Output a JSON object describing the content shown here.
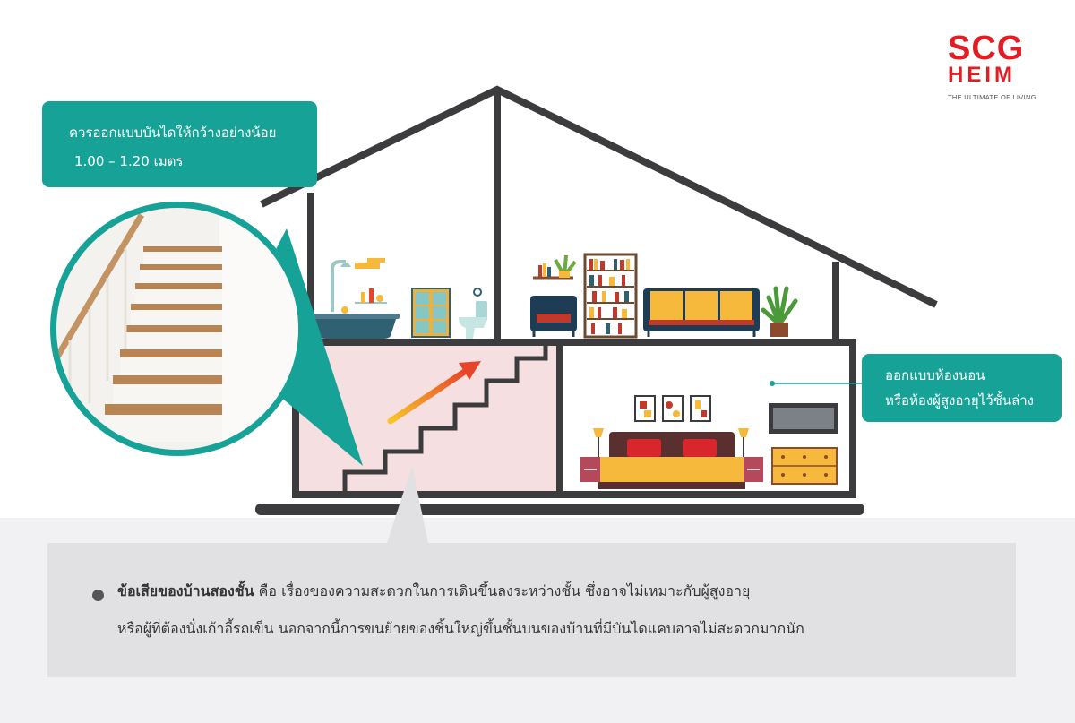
{
  "logo": {
    "brand": "SCG",
    "sub": "HEIM",
    "tagline": "THE ULTIMATE OF LIVING"
  },
  "callouts": {
    "stair_width": {
      "line1": "ควรออกแบบบันไดให้กว้างอย่างน้อย",
      "line2": "1.00 – 1.20 เมตร"
    },
    "bedroom": {
      "line1": "ออกแบบห้องนอน",
      "line2": "หรือห้องผู้สูงอายุไว้ชั้นล่าง"
    }
  },
  "note": {
    "bold_lead": "ข้อเสียของบ้านสองชั้น",
    "line1_rest": " คือ เรื่องของความสะดวกในการเดินขึ้นลงระหว่างชั้น ซึ่งอาจไม่เหมาะกับผู้สูงอายุ",
    "line2": "หรือผู้ที่ต้องนั่งเก้าอี้รถเข็น นอกจากนี้การขนย้ายของชิ้นใหญ่ขึ้นชั้นบนของบ้านที่มีบันไดแคบอาจไม่สะดวกมากนัก"
  },
  "colors": {
    "brand_red": "#e21d24",
    "teal": "#17a297",
    "house_outline": "#3c3c3e",
    "stair_room": "#f6dfe1",
    "ground": "#f1f1f3",
    "note_bg": "#e1e1e3"
  }
}
